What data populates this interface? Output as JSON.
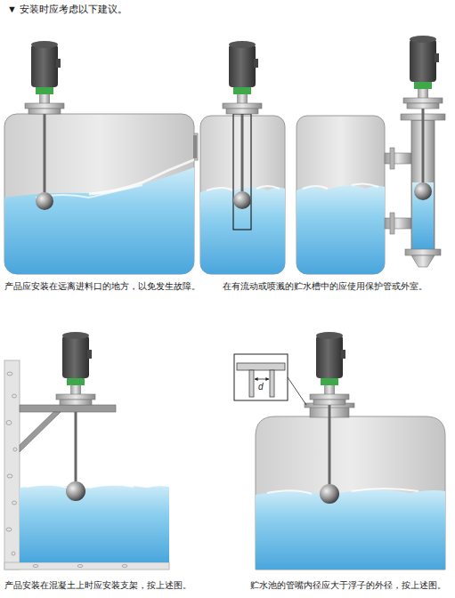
{
  "diagram": {
    "title": "▼ 安装时应考虑以下建议。",
    "labels": [
      "产品应安装在远离进料口的地方，以免发生故障。",
      "在有流动或喷溅的贮水槽中的应使用保护管或外室。",
      "产品安装在混凝土上时应安装支架，按上述图。",
      "贮水池的管嘴内径应大于浮子的外径，按上述图。",
      "d"
    ]
  }
}
